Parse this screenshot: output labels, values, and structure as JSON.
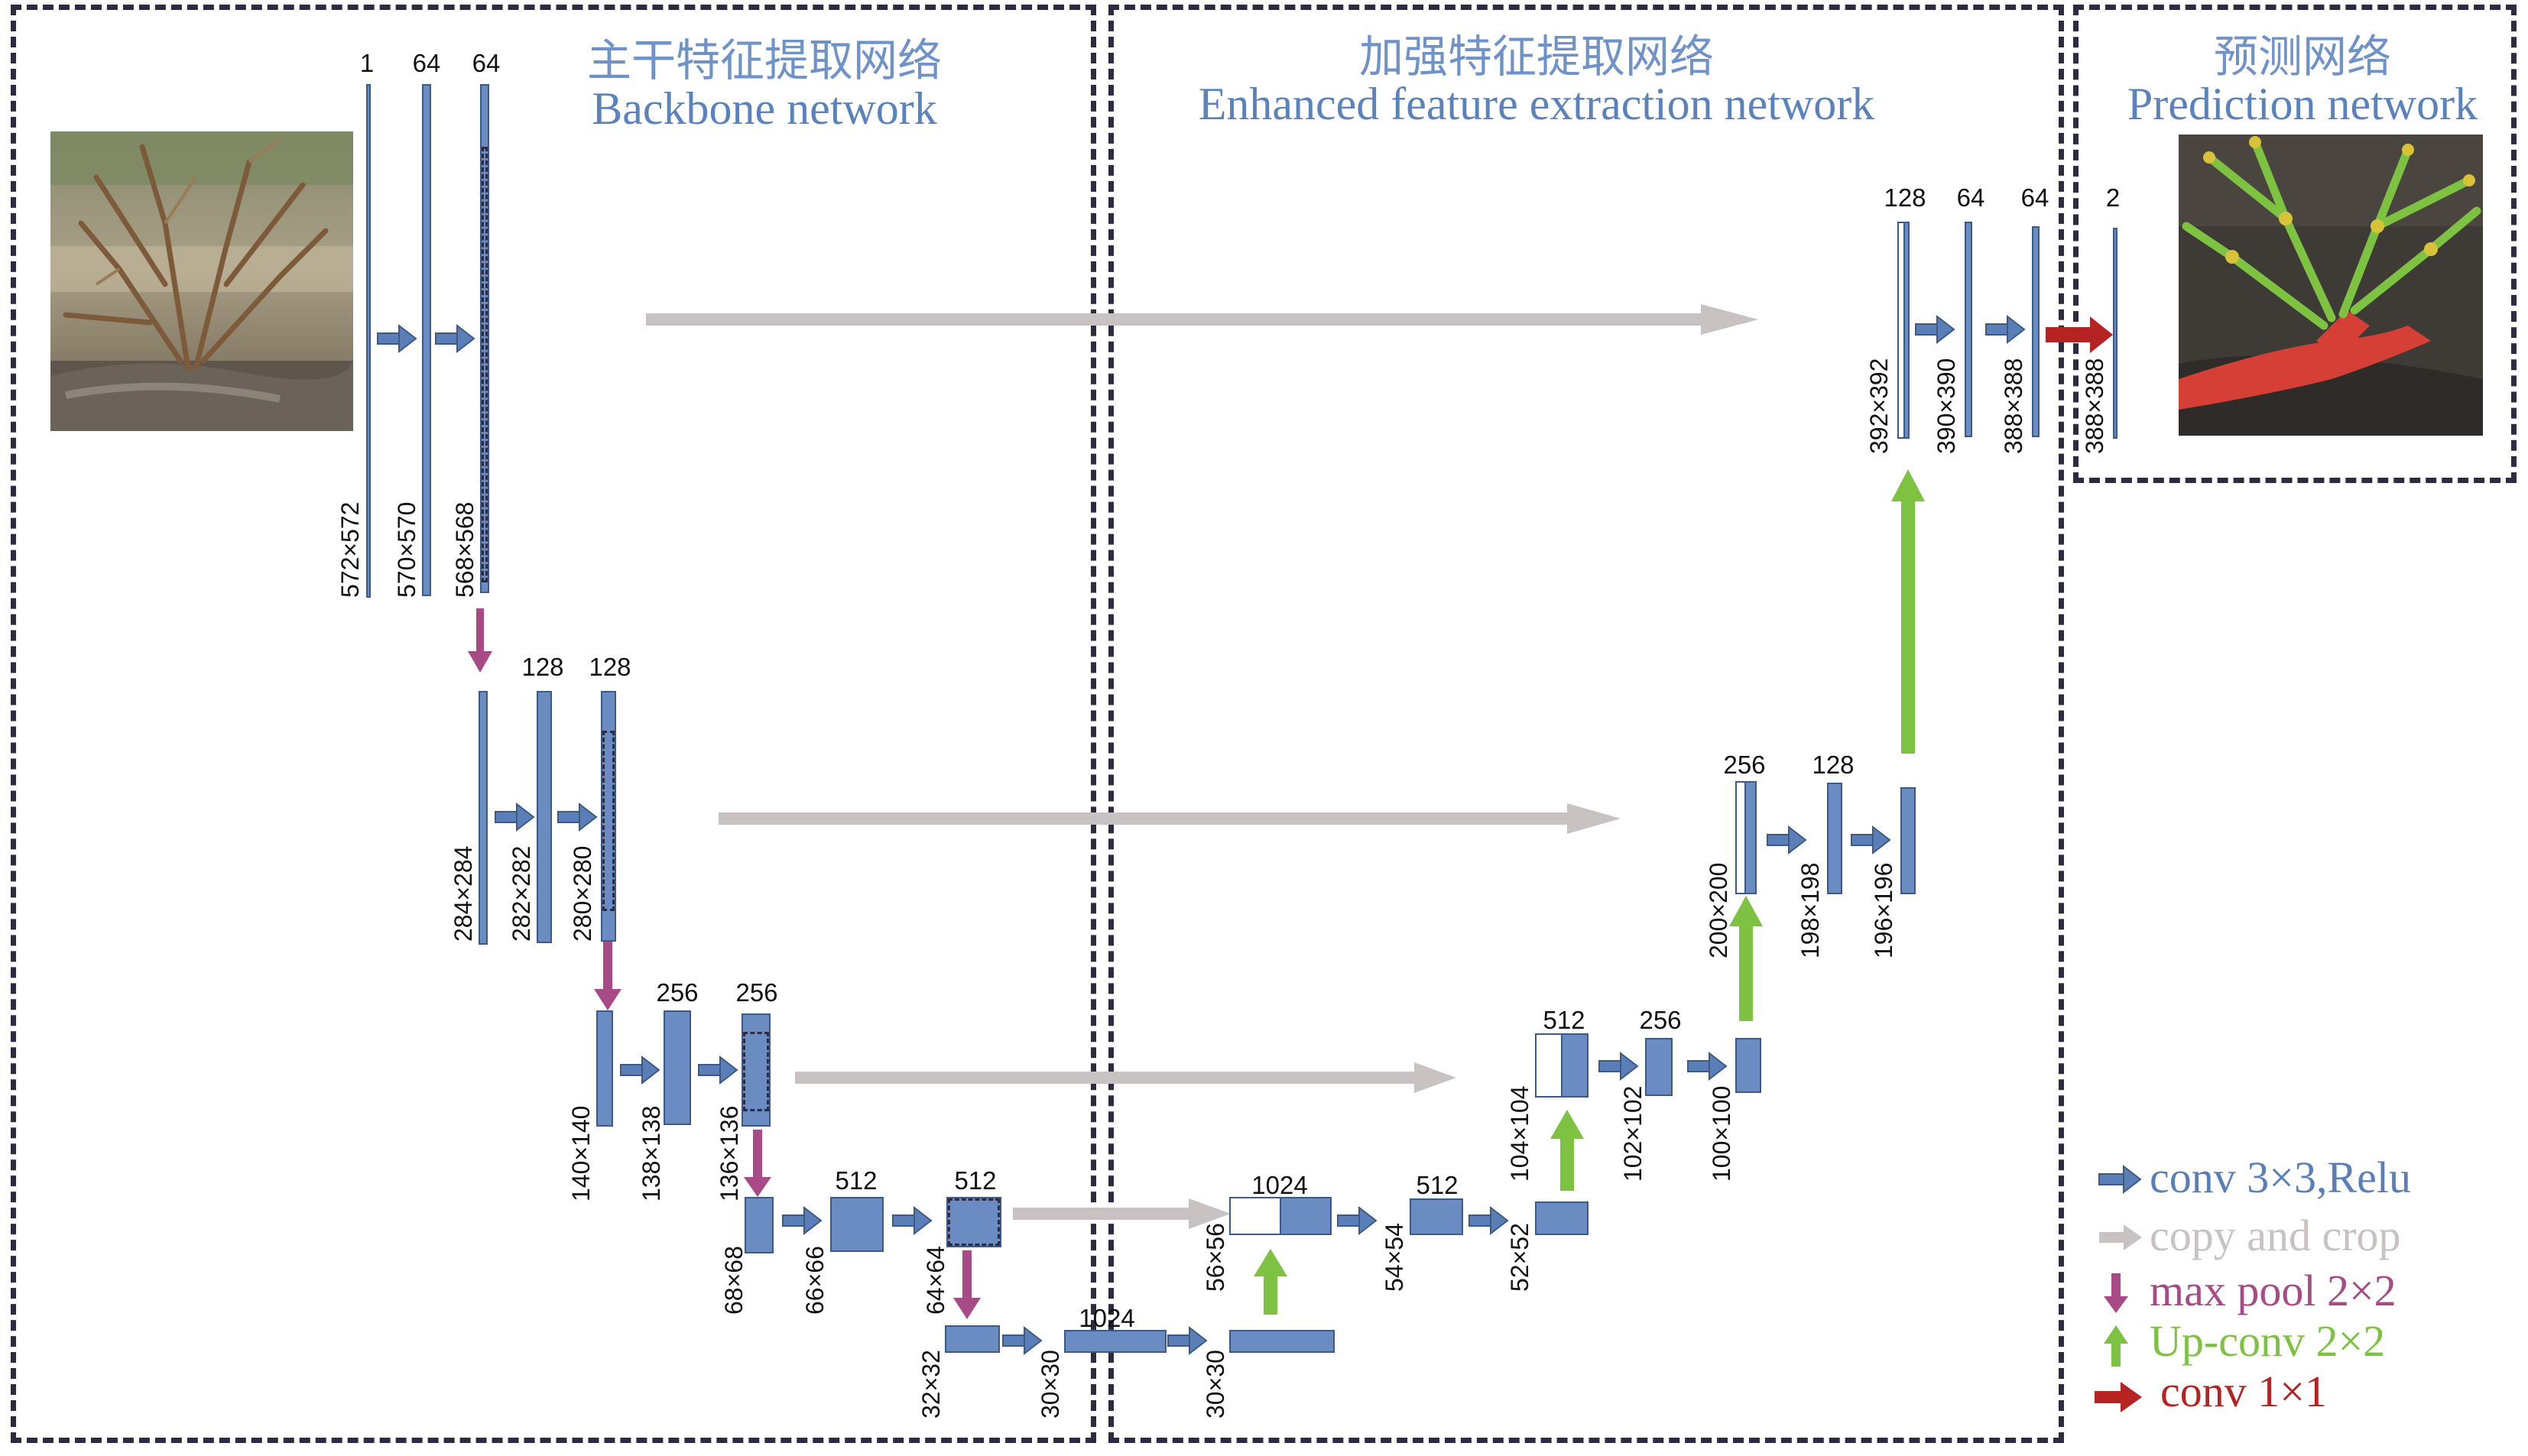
{
  "sections": {
    "backbone": {
      "cn": "主干特征提取网络",
      "en": "Backbone network"
    },
    "enhanced": {
      "cn": "加强特征提取网络",
      "en": "Enhanced feature extraction network"
    },
    "prediction": {
      "cn": "预测网络",
      "en": "Prediction network"
    }
  },
  "legend": [
    {
      "label": "conv 3×3,Relu",
      "color": "#5a7fb8",
      "arrow": "right-blue"
    },
    {
      "label": "copy and crop",
      "color": "#c8c2c2",
      "arrow": "right-gray"
    },
    {
      "label": "max pool 2×2",
      "color": "#a74a86",
      "arrow": "down-purple"
    },
    {
      "label": "Up-conv 2×2",
      "color": "#7ec242",
      "arrow": "up-green"
    },
    {
      "label": "conv 1×1",
      "color": "#b52323",
      "arrow": "right-red"
    }
  ],
  "channels": {
    "c1": "1",
    "c2": "64",
    "c3": "64",
    "c4": "128",
    "c5": "128",
    "c6": "256",
    "c7": "256",
    "c8": "512",
    "c9": "512",
    "c10": "1024",
    "c11": "1024",
    "c12": "512",
    "c13": "512",
    "c14": "256",
    "c15": "256",
    "c16": "128",
    "c17": "128",
    "c18": "64",
    "c19": "64",
    "c20": "2"
  },
  "dims": {
    "d1": "572×572",
    "d2": "570×570",
    "d3": "568×568",
    "d4": "284×284",
    "d5": "282×282",
    "d6": "280×280",
    "d7": "140×140",
    "d8": "138×138",
    "d9": "136×136",
    "d10": "68×68",
    "d11": "66×66",
    "d12": "64×64",
    "d13": "32×32",
    "d14": "30×30",
    "d15": "30×30",
    "d16": "56×56",
    "d17": "54×54",
    "d18": "52×52",
    "d19": "104×104",
    "d20": "102×102",
    "d21": "100×100",
    "d22": "200×200",
    "d23": "198×198",
    "d24": "196×196",
    "d25": "392×392",
    "d26": "390×390",
    "d27": "388×388",
    "d28": "388×388"
  },
  "colors": {
    "featuremap": "#6a8cc2",
    "conv": "#5a7fb8",
    "copy": "#c8c2c2",
    "pool": "#a74a86",
    "upconv": "#7ec242",
    "conv1x1": "#b52323",
    "title": "#6f93c8"
  }
}
